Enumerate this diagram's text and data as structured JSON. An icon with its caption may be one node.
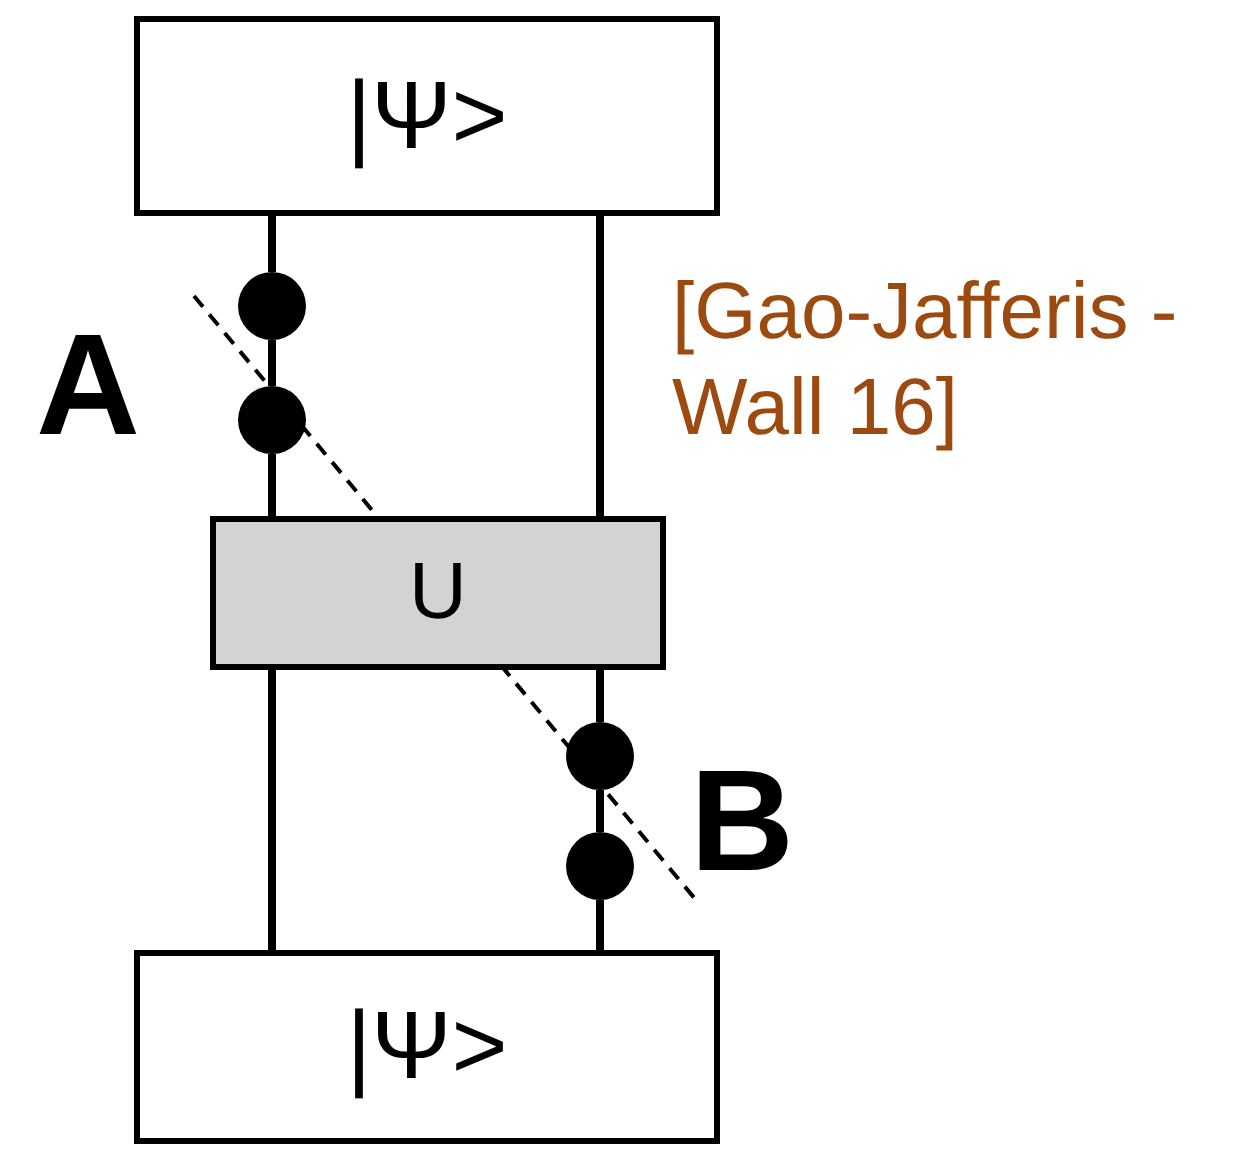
{
  "diagram": {
    "nodes": [
      {
        "text": [
          "|Ψ>"
        ]
      },
      {
        "text": [],
        "shape": "circle"
      },
      {
        "text": [],
        "shape": "circle"
      },
      {
        "text": [
          "U"
        ]
      },
      {
        "text": [],
        "shape": "circle"
      },
      {
        "text": [],
        "shape": "circle"
      },
      {
        "text": [
          "|Ψ>"
        ]
      }
    ],
    "edges": [
      {
        "from": 0,
        "to": 1,
        "arrow": "none"
      },
      {
        "from": 1,
        "to": 2,
        "arrow": "none"
      },
      {
        "from": 2,
        "to": 3,
        "arrow": "none"
      },
      {
        "from": 0,
        "to": 3,
        "arrow": "none"
      },
      {
        "from": 3,
        "to": 6,
        "arrow": "none"
      },
      {
        "from": 3,
        "to": 4,
        "arrow": "none"
      },
      {
        "from": 4,
        "to": 5,
        "arrow": "none"
      },
      {
        "from": 5,
        "to": 6,
        "arrow": "none"
      }
    ],
    "labels": [
      "A",
      "[Gao-Jafferis -Wall 16]",
      "B"
    ]
  }
}
